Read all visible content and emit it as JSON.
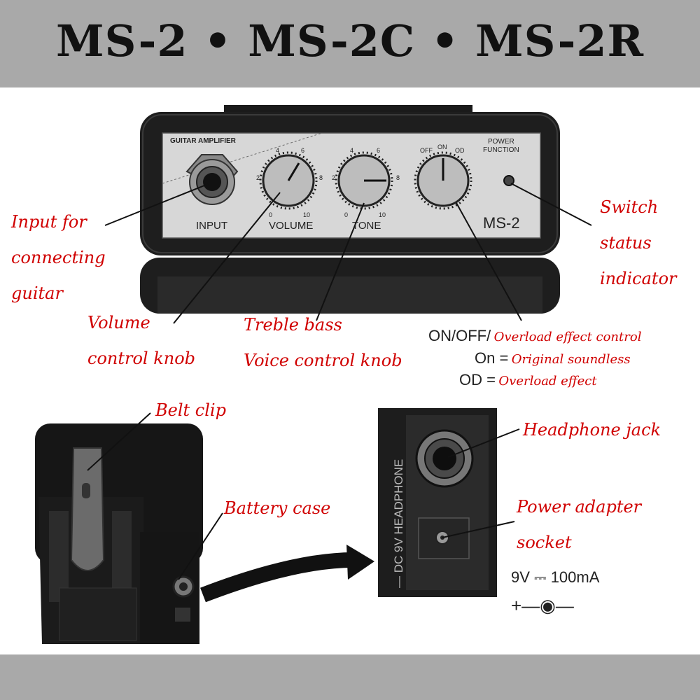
{
  "title": "MS-2 • MS-2C • MS-2R",
  "panel": {
    "header": "GUITAR AMPLIFIER",
    "input": "INPUT",
    "volume": "VOLUME",
    "tone": "TONE",
    "power_function": [
      "POWER",
      "FUNCTION"
    ],
    "model": "MS-2",
    "volume_scale": [
      "2",
      "4",
      "6",
      "8",
      "0",
      "10"
    ],
    "tone_scale": [
      "2",
      "4",
      "6",
      "8",
      "0",
      "10"
    ],
    "switch_scale": [
      "OFF",
      "ON",
      "OD"
    ]
  },
  "labels": {
    "input": [
      "Input for",
      "connecting",
      "guitar"
    ],
    "volume": [
      "Volume",
      "control knob"
    ],
    "tone": [
      "Treble bass",
      "Voice control knob"
    ],
    "indicator": [
      "Switch",
      "status",
      "indicator"
    ],
    "belt_clip": "Belt clip",
    "battery_case": "Battery case",
    "headphone_jack": "Headphone jack",
    "power_socket": [
      "Power adapter",
      "socket"
    ]
  },
  "switch_legend": [
    {
      "key": "ON/OFF/",
      "value": "Overload effect control"
    },
    {
      "key": "On =",
      "value": "Original soundless"
    },
    {
      "key": "OD =",
      "value": "Overload effect"
    }
  ],
  "side_panel": {
    "vertical_text": "— DC 9V HEADPHONE",
    "spec": "9V ⎓ 100mA",
    "polarity": "+—◉—"
  }
}
